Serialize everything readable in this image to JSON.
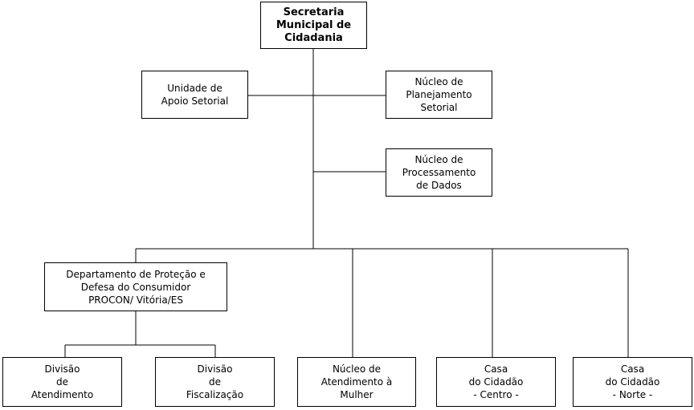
{
  "nodes": {
    "secretaria": [
      "Secretaria",
      "Municipal de",
      "Cidadania"
    ],
    "unidade_apoio": [
      "Unidade de",
      "Apoio Setorial"
    ],
    "nucleo_planejamento": [
      "Núcleo de",
      "Planejamento",
      "Setorial"
    ],
    "nucleo_processamento": [
      "Núcleo de",
      "Processamento",
      "de Dados"
    ],
    "departamento_procon": [
      "Departamento de Proteção e",
      "Defesa do Consumidor",
      "PROCON/ Vitória/ES"
    ],
    "divisao_atendimento": [
      "Divisão",
      "de",
      "Atendimento"
    ],
    "divisao_fiscalizacao": [
      "Divisão",
      "de",
      "Fiscalização"
    ],
    "nucleo_mulher": [
      "Núcleo de",
      "Atendimento à",
      "Mulher"
    ],
    "casa_centro": [
      "Casa",
      "do Cidadão",
      "- Centro -"
    ],
    "casa_norte": [
      "Casa",
      "do Cidadão",
      "- Norte -"
    ]
  },
  "colors": {
    "line": "#000000",
    "border": "#000000",
    "background": "#ffffff"
  }
}
